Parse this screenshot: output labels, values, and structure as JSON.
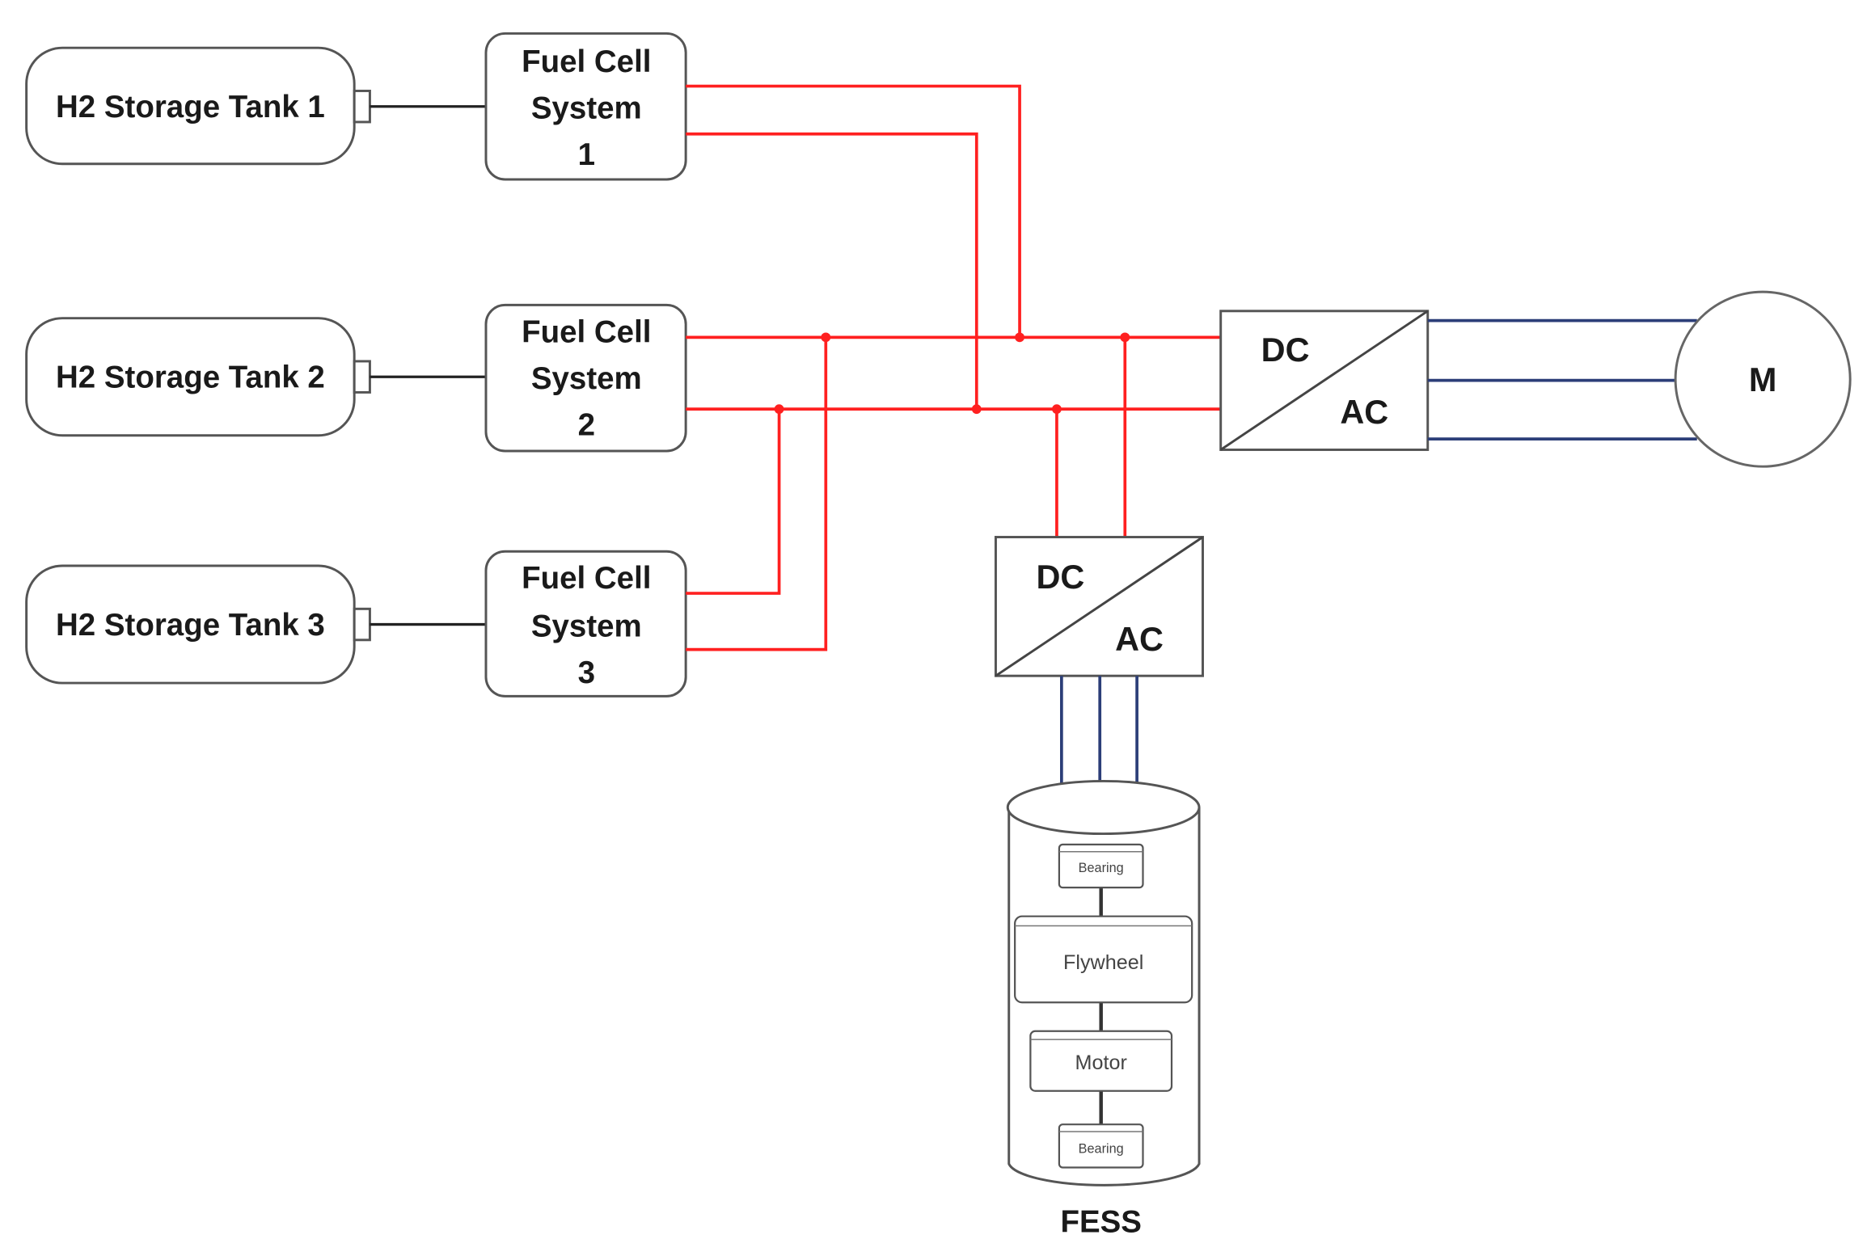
{
  "diagram": {
    "tanks": [
      {
        "label": "H2 Storage Tank 1"
      },
      {
        "label": "H2 Storage Tank 2"
      },
      {
        "label": "H2 Storage Tank 3"
      }
    ],
    "fuel_cells": [
      {
        "line1": "Fuel Cell",
        "line2": "System",
        "line3": "1"
      },
      {
        "line1": "Fuel Cell",
        "line2": "System",
        "line3": "2"
      },
      {
        "line1": "Fuel Cell",
        "line2": "System",
        "line3": "3"
      }
    ],
    "main_converter": {
      "dc_label": "DC",
      "ac_label": "AC"
    },
    "fess_converter": {
      "dc_label": "DC",
      "ac_label": "AC"
    },
    "motor": {
      "label": "M"
    },
    "fess": {
      "label": "FESS",
      "components": {
        "bearing_top": "Bearing",
        "flywheel": "Flywheel",
        "motor": "Motor",
        "bearing_bottom": "Bearing"
      }
    },
    "colors": {
      "dc_bus": "#ff2020",
      "ac_lines": "#2c3e78",
      "outline": "#555555"
    }
  }
}
